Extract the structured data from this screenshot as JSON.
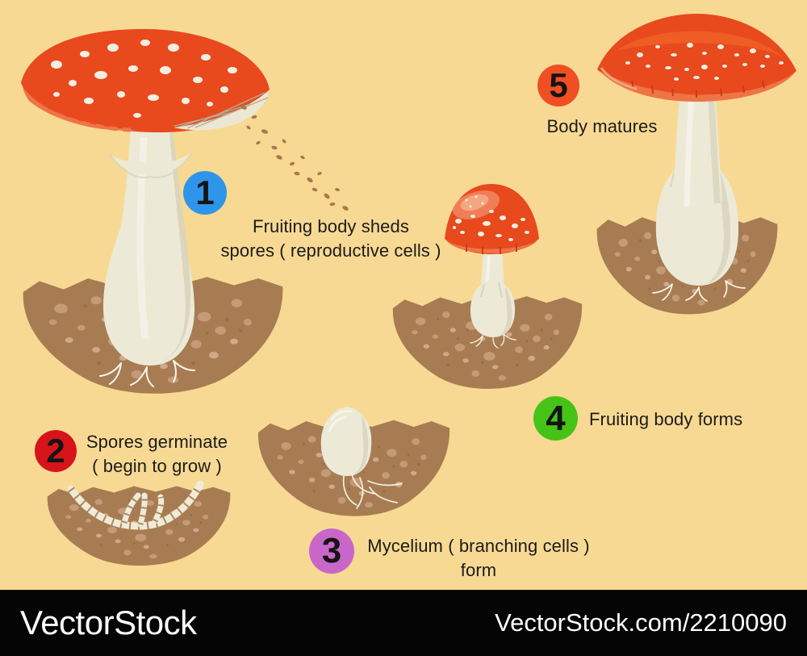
{
  "palette": {
    "bg": "#F8D993",
    "cap": "#E8491D",
    "cap-light": "#EE7446",
    "cap-dark": "#C93C15",
    "gloss": "#EF5E26",
    "gloss-light": "#F29B76",
    "stem": "#ECE9D6",
    "stem-shadow": "#D8D4BE",
    "stem-bright": "#F8F6EC",
    "spot": "#F2EFE1",
    "gill": "#ECE7D2",
    "gill-line": "#B3AE9A",
    "soil": "#A87C52",
    "soil-speckle": "#C49B77",
    "soil-speckle-light": "#CFA98A",
    "spore": "#A5794E",
    "text": "#1B1B1B",
    "footer-bg": "#050505",
    "footer-text": "#FFFFFF"
  },
  "diagram_subject": "Mushroom life cycle",
  "steps": [
    {
      "number": "1",
      "circle_color": "#2E95EA",
      "line1": "Fruiting body sheds",
      "line2": "spores ( reproductive cells )"
    },
    {
      "number": "2",
      "circle_color": "#D6141A",
      "line1": "Spores germinate",
      "line2": "( begin to grow )"
    },
    {
      "number": "3",
      "circle_color": "#C967C9",
      "line1": "Mycelium ( branching cells )",
      "line2": "form"
    },
    {
      "number": "4",
      "circle_color": "#45C417",
      "line1": "Fruiting body forms",
      "line2": ""
    },
    {
      "number": "5",
      "circle_color": "#EF4F23",
      "line1": "Body matures",
      "line2": ""
    }
  ],
  "footer": {
    "brand": "VectorStock",
    "credit": "VectorStock.com/2210090"
  }
}
